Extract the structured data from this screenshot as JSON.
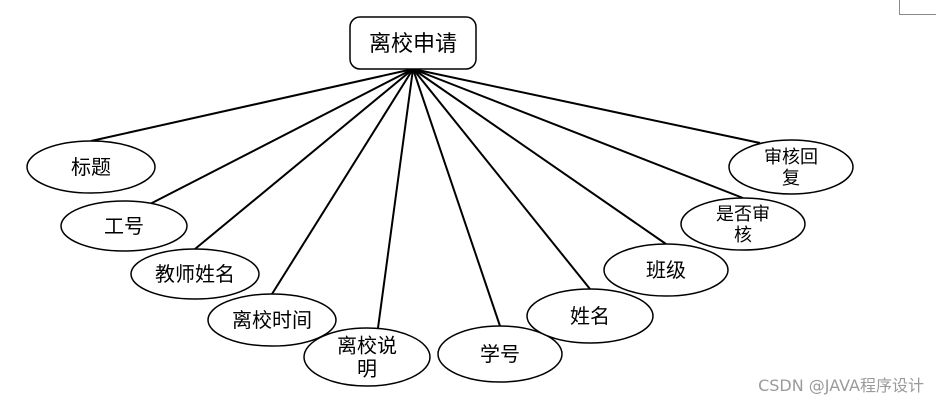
{
  "diagram": {
    "root": {
      "label": "离校申请"
    },
    "attributes": [
      {
        "id": "title",
        "lines": [
          "标题"
        ]
      },
      {
        "id": "employee-id",
        "lines": [
          "工号"
        ]
      },
      {
        "id": "teacher-name",
        "lines": [
          "教师姓名"
        ]
      },
      {
        "id": "leave-time",
        "lines": [
          "离校时间"
        ]
      },
      {
        "id": "leave-note",
        "lines": [
          "离校说",
          "明"
        ]
      },
      {
        "id": "student-id",
        "lines": [
          "学号"
        ]
      },
      {
        "id": "name",
        "lines": [
          "姓名"
        ]
      },
      {
        "id": "class",
        "lines": [
          "班级"
        ]
      },
      {
        "id": "is-reviewed",
        "lines": [
          "是否审",
          "核"
        ]
      },
      {
        "id": "review-reply",
        "lines": [
          "审核回",
          "复"
        ]
      }
    ]
  },
  "watermark": "CSDN @JAVA程序设计"
}
